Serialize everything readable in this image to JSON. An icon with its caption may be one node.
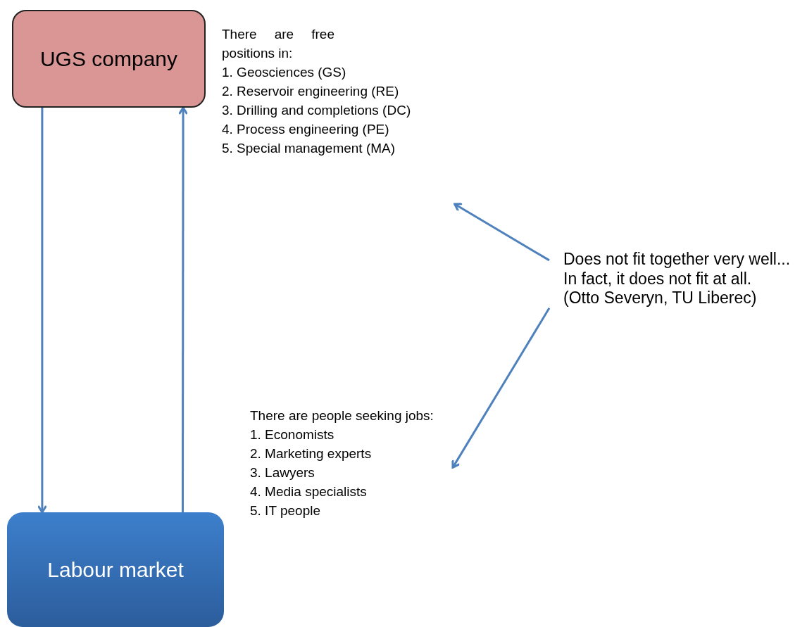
{
  "diagram": {
    "nodes": [
      {
        "text": [
          "UGS company"
        ]
      },
      {
        "text": [
          "Labour market"
        ]
      },
      {
        "text": [
          "There are free positions in:",
          "1. Geosciences (GS)",
          "2. Reservoir engineering (RE)",
          "3. Drilling and completions (DC)",
          "4. Process engineering (PE)",
          "5. Special management (MA)"
        ]
      },
      {
        "text": [
          "Does not fit together very well...",
          "In fact, it does not fit at all.",
          "(Otto Severyn, TU Liberec)"
        ]
      },
      {
        "text": [
          "There are people seeking jobs:",
          "1. Economists",
          "2. Marketing experts",
          "3. Lawyers",
          "4. Media specialists",
          "5. IT people"
        ]
      }
    ],
    "edges": [
      {
        "from": 0,
        "to": 1,
        "arrow": "to"
      },
      {
        "from": 1,
        "to": 0,
        "arrow": "to"
      },
      {
        "from": 3,
        "to": 2,
        "arrow": "to"
      },
      {
        "from": 3,
        "to": 4,
        "arrow": "to"
      }
    ]
  }
}
